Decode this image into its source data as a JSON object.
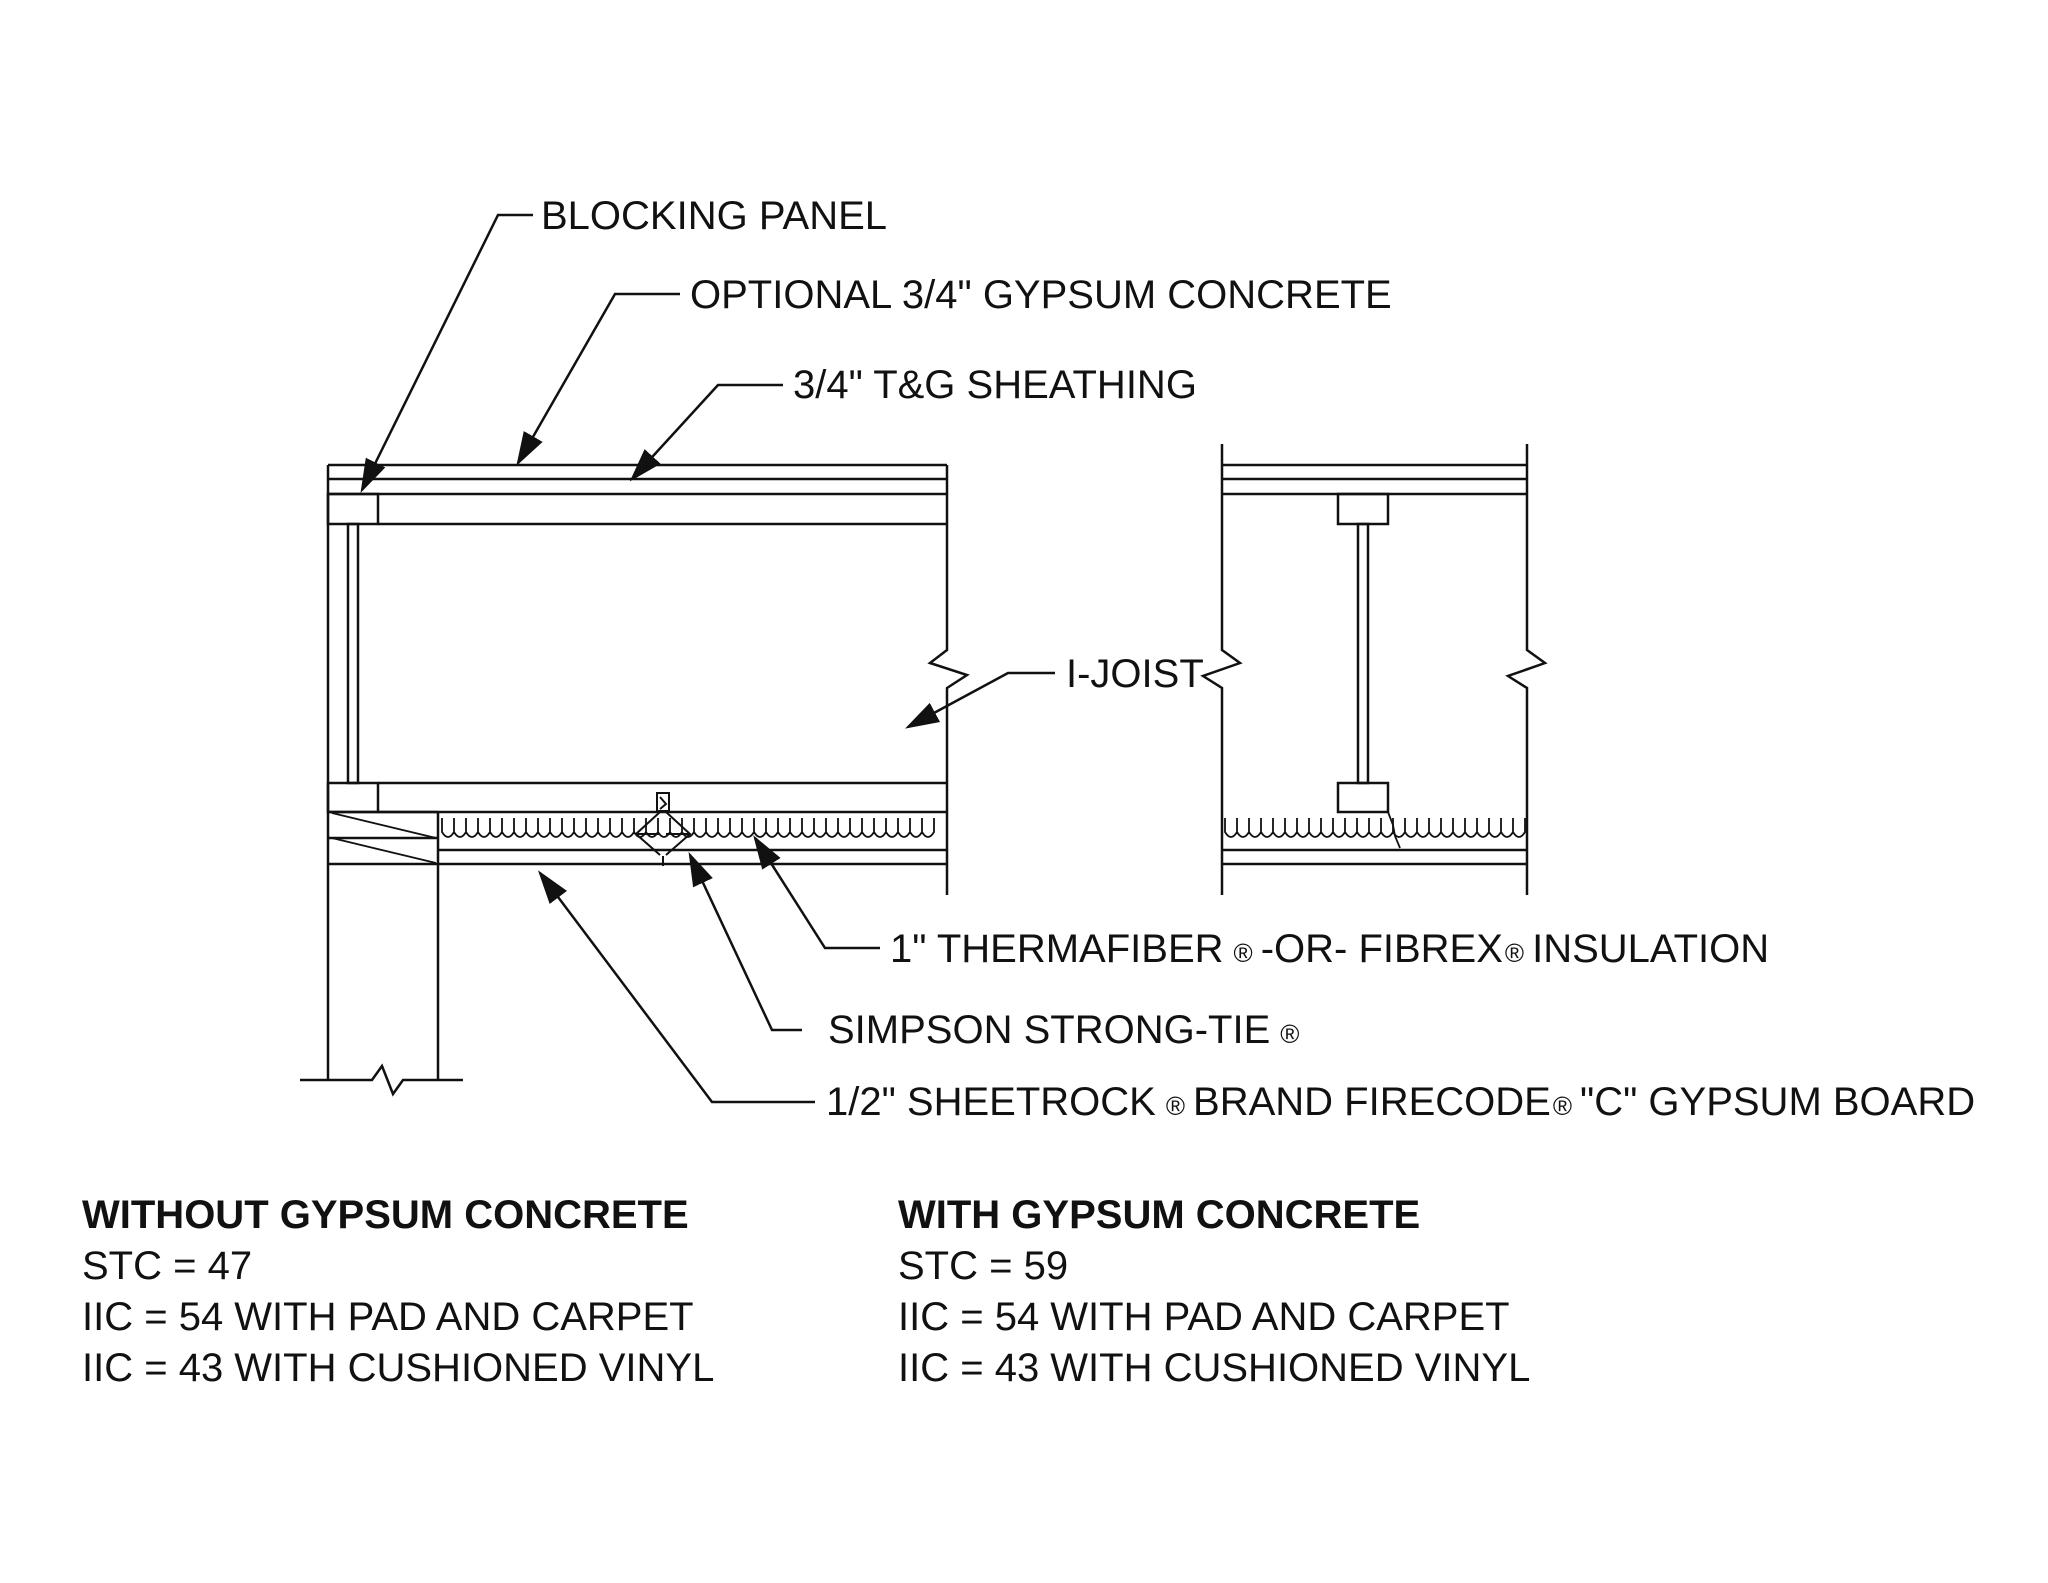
{
  "labels": {
    "blocking_panel": "BLOCKING PANEL",
    "gypsum_concrete": "OPTIONAL 3/4\" GYPSUM CONCRETE",
    "sheathing": "3/4\" T&G SHEATHING",
    "i_joist": "I-JOIST",
    "insulation_a": "1\" THERMAFIBER",
    "insulation_b": "-OR- FIBREX",
    "insulation_c": "INSULATION",
    "simpson": "SIMPSON STRONG-TIE",
    "gypsum_board_a": "1/2\" SHEETROCK",
    "gypsum_board_b": "BRAND FIRECODE",
    "gypsum_board_c": "\"C\" GYPSUM BOARD",
    "registered_mark": "®"
  },
  "ratings": {
    "without": {
      "heading": "WITHOUT GYPSUM CONCRETE",
      "stc": "STC = 47",
      "iic_carpet": "IIC = 54 WITH PAD AND CARPET",
      "iic_vinyl": "IIC = 43 WITH CUSHIONED VINYL"
    },
    "with": {
      "heading": "WITH GYPSUM CONCRETE",
      "stc": "STC = 59",
      "iic_carpet": "IIC = 54 WITH PAD AND CARPET",
      "iic_vinyl": "IIC = 43 WITH CUSHIONED VINYL"
    }
  },
  "colors": {
    "line": "#111111",
    "background": "#ffffff"
  }
}
